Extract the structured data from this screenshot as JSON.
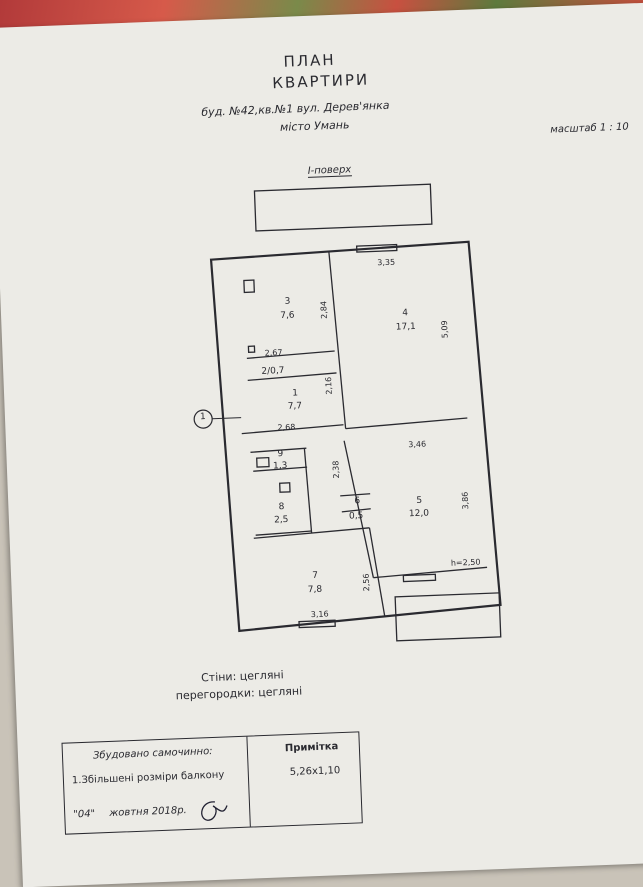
{
  "header": {
    "title_line1": "ПЛАН",
    "title_line2": "КВАРТИРИ",
    "address_line": "буд. №42,кв.№1   вул. Дерев'янка",
    "city_line": "місто Умань",
    "scale_label": "масштаб   1 : 10",
    "floor_label": "І-поверх"
  },
  "plan": {
    "axis_marker": "1",
    "rooms": [
      {
        "num": "3",
        "area": "7,6"
      },
      {
        "num": "4",
        "area": "17,1"
      },
      {
        "num": "2/0,7",
        "area": ""
      },
      {
        "num": "1",
        "area": "7,7"
      },
      {
        "num": "9",
        "area": "1,3"
      },
      {
        "num": "8",
        "area": "2,5"
      },
      {
        "num": "6",
        "area": "0,5"
      },
      {
        "num": "5",
        "area": "12,0"
      },
      {
        "num": "7",
        "area": "7,8"
      }
    ],
    "dimensions": [
      "3,35",
      "2,84",
      "5,09",
      "2,67",
      "2,16",
      "2,68",
      "3,46",
      "2,38",
      "3,86",
      "h=2,50",
      "2,56",
      "3,16"
    ]
  },
  "materials": {
    "walls": "Стіни:  цегляні",
    "partitions": "перегородки:  цегляні"
  },
  "table": {
    "left_title": "Збудовано самочинно:",
    "left_item": "1.Збільшені розміри балкону",
    "date_day": "\"04\"",
    "date_rest": "жовтня  2018р.",
    "right_title": "Примітка",
    "right_value": "5,26х1,10"
  }
}
